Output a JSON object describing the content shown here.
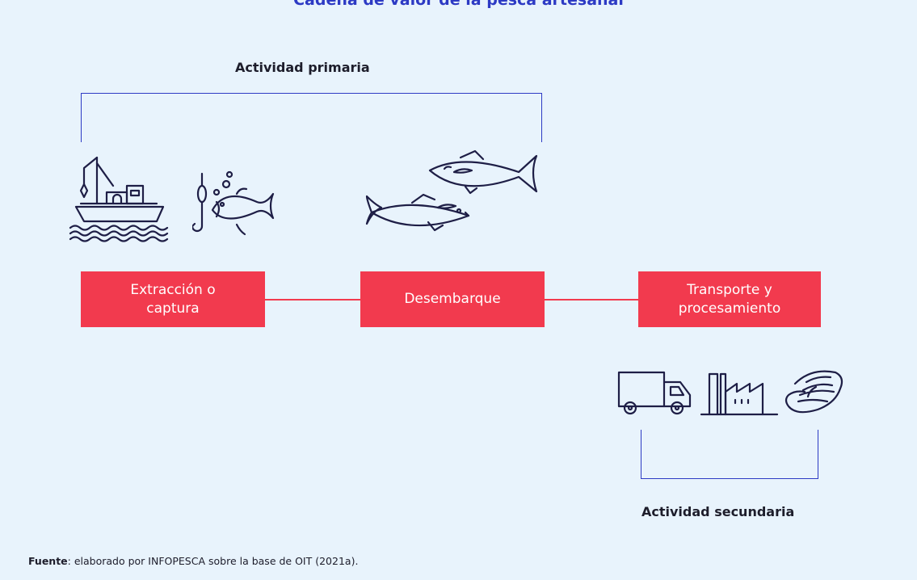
{
  "title": "Cadena de valor de la pesca artesanal",
  "primary_label": "Actividad primaria",
  "secondary_label": "Actividad secundaria",
  "stages": [
    {
      "label": "Extracción o\ncaptura"
    },
    {
      "label": "Desembarque"
    },
    {
      "label": "Transporte y\nprocesamiento"
    }
  ],
  "source": {
    "prefix": "Fuente",
    "text": ": elaborado por INFOPESCA sobre la base de OIT (2021a)."
  },
  "colors": {
    "background": "#e8f3fc",
    "stage_box": "#f23a4e",
    "bracket": "#2d3ac4",
    "icon_stroke": "#1e1e46"
  },
  "icons": [
    "fishing-boat-icon",
    "fish-hook-icon",
    "tuna-fish-icon",
    "delivery-truck-icon",
    "factory-icon",
    "fish-steak-icon"
  ]
}
